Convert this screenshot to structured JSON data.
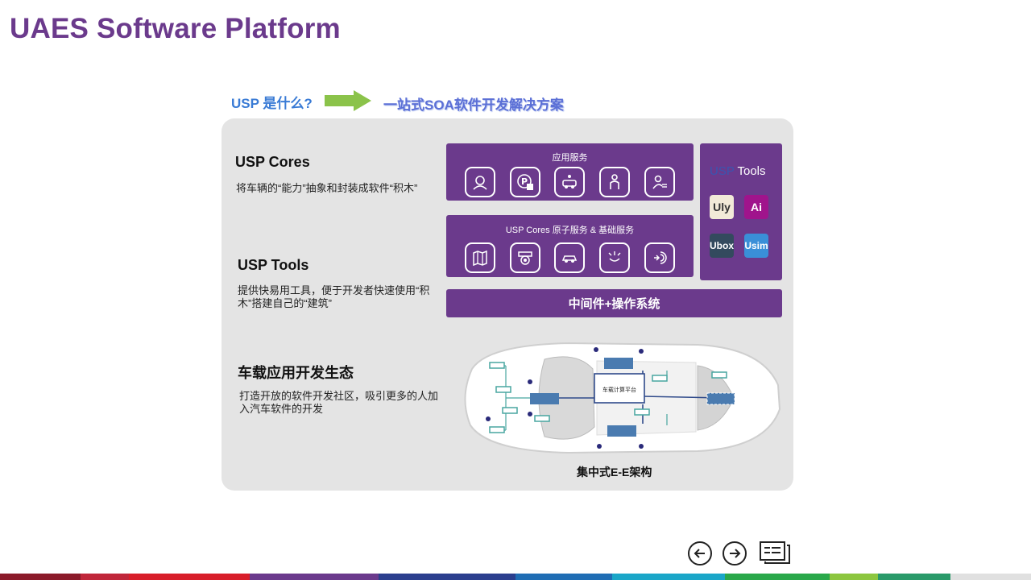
{
  "slide": {
    "title": "UAES Software Platform",
    "question": "USP 是什么?",
    "answer": "一站式SOA软件开发解决方案"
  },
  "left": {
    "cores_title": "USP Cores",
    "cores_desc": "将车辆的“能力”抽象和封装成软件“积木”",
    "tools_title": "USP Tools",
    "tools_desc": "提供快易用工具，便于开发者快速使用“积木”搭建自己的“建筑”",
    "eco_title": "车载应用开发生态",
    "eco_desc": "打造开放的软件开发社区，吸引更多的人加入汽车软件的开发"
  },
  "app_services": {
    "caption": "应用服务",
    "icons": [
      "driver-face-icon",
      "parking-icon",
      "car-remote-icon",
      "child-seat-icon",
      "user-profile-icon"
    ]
  },
  "core_services": {
    "caption": "USP Cores 原子服务 & 基础服务",
    "icons": [
      "map-icon",
      "camera-icon",
      "car-icon",
      "light-icon",
      "radar-icon"
    ]
  },
  "tools_panel": {
    "title_prefix": "USP",
    "title_suffix": " Tools",
    "tiles": [
      {
        "label": "Uly",
        "bg": "#f2ead8"
      },
      {
        "label": "Ai",
        "bg": "#a0148c"
      },
      {
        "label": "Ubox",
        "bg": "#334a5e"
      },
      {
        "label": "Usim",
        "bg": "#3a8fd8"
      }
    ]
  },
  "middleware": "中间件+操作系统",
  "architecture": {
    "caption": "集中式E-E架构",
    "center_label": "车载计算平台"
  },
  "nav": {
    "prev": "prev-arrow-icon",
    "next": "next-arrow-icon",
    "menu": "slides-menu-icon"
  },
  "colors": {
    "brand_purple": "#6b3a8c",
    "panel_bg": "#e4e4e4",
    "accent_blue": "#3a7bd5"
  }
}
